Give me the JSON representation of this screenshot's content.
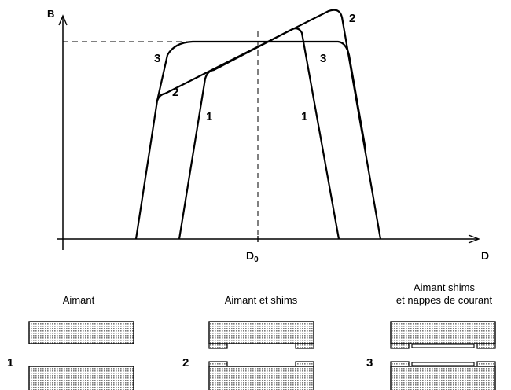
{
  "axes": {
    "y_label": "B",
    "x_label": "D",
    "x_marker_main": "D",
    "x_marker_sub": "0"
  },
  "curves": [
    {
      "label": "1"
    },
    {
      "label": "2"
    },
    {
      "label": "3"
    }
  ],
  "panels": [
    {
      "number": "1",
      "caption_lines": [
        "Aimant"
      ]
    },
    {
      "number": "2",
      "caption_lines": [
        "Aimant et shims"
      ]
    },
    {
      "number": "3",
      "caption_lines": [
        "Aimant shims",
        "et nappes de courant"
      ]
    }
  ],
  "colors": {
    "line": "#000000",
    "dashed": "#000000",
    "magnet_fill": "#bdbdbd"
  }
}
